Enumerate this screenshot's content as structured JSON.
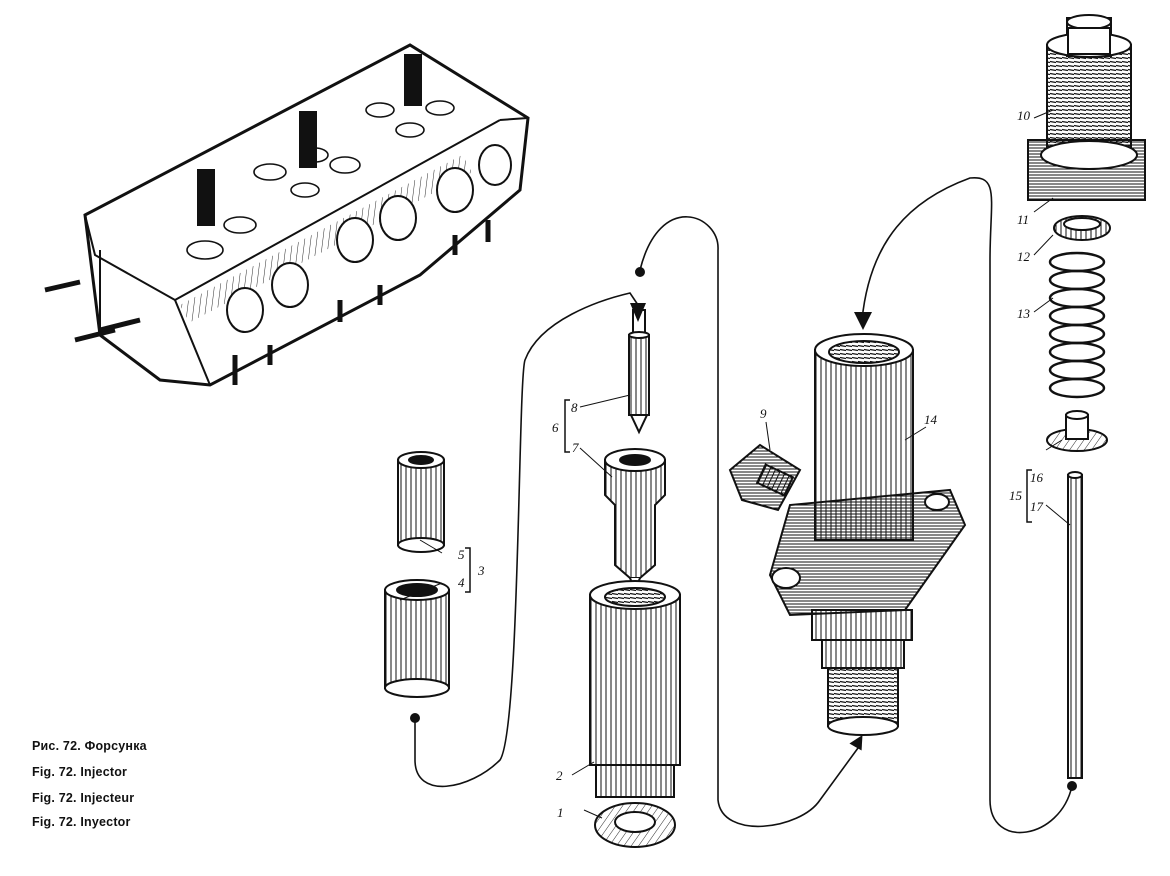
{
  "captions": [
    {
      "fig": "Рис. 72.",
      "title": "Форсунка"
    },
    {
      "fig": "Fig. 72.",
      "title": "Injector"
    },
    {
      "fig": "Fig. 72.",
      "title": "Injecteur"
    },
    {
      "fig": "Fig. 72.",
      "title": "Inyector"
    }
  ],
  "callouts": {
    "c1": "1",
    "c2": "2",
    "c3": "3",
    "c4": "4",
    "c5": "5",
    "c6": "6",
    "c7": "7",
    "c8": "8",
    "c9": "9",
    "c10": "10",
    "c11": "11",
    "c12": "12",
    "c13": "13",
    "c14": "14",
    "c15": "15",
    "c16": "16",
    "c17": "17"
  },
  "colors": {
    "ink": "#111111",
    "paper": "#ffffff"
  }
}
